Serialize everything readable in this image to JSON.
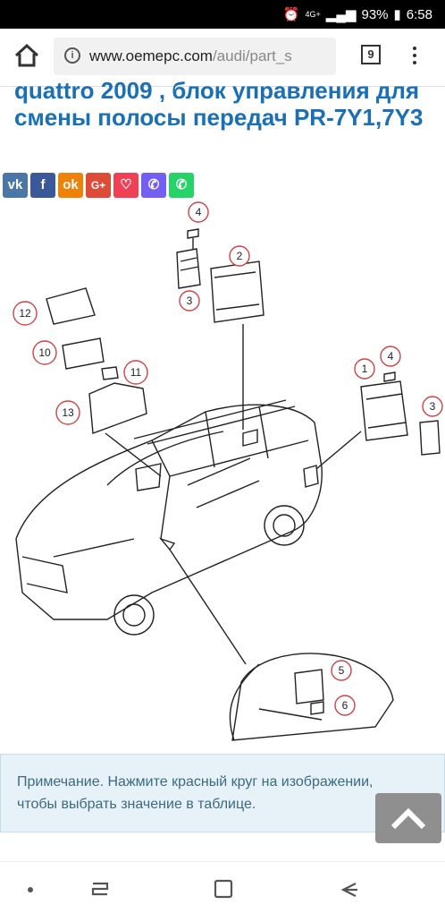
{
  "status": {
    "network": "4G+",
    "battery": "93%",
    "time": "6:58"
  },
  "browser": {
    "url_host": "www.oemepc.com",
    "url_path": "/audi/part_s",
    "tab_count": "9"
  },
  "title": "quattro 2009 , блок управления для смены полосы передач PR-7Y1,7Y3",
  "share": {
    "items": [
      {
        "label": "vk",
        "color": "#4a76a8"
      },
      {
        "label": "f",
        "color": "#3b5998"
      },
      {
        "label": "ok",
        "color": "#ee8208"
      },
      {
        "label": "G+",
        "color": "#dd4b39"
      },
      {
        "label": "pocket",
        "color": "#ef4056"
      },
      {
        "label": "viber",
        "color": "#7360f2"
      },
      {
        "label": "whatsapp",
        "color": "#25d366"
      }
    ]
  },
  "diagram": {
    "callouts": [
      "1",
      "2",
      "3",
      "3",
      "4",
      "4",
      "5",
      "6",
      "10",
      "11",
      "12",
      "13"
    ]
  },
  "note": "Примечание. Нажмите красный круг на изображении, чтобы выбрать значение в таблице."
}
